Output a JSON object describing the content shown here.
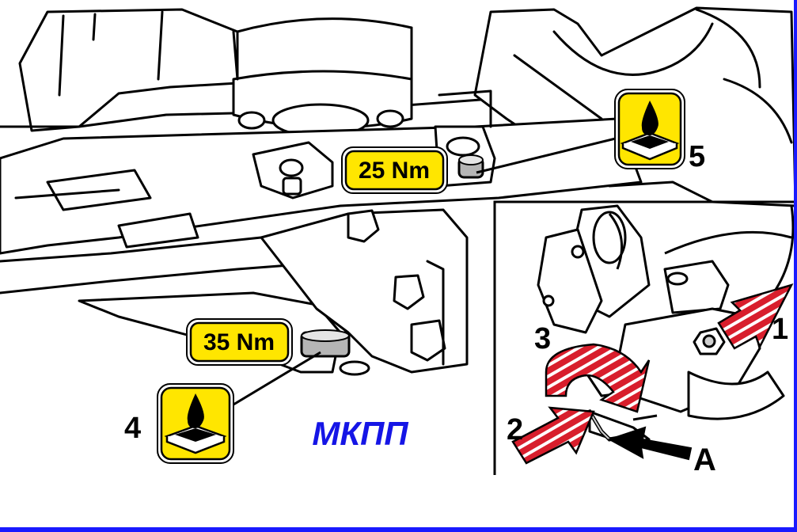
{
  "torque": {
    "upper": "25 Nm",
    "lower": "35 Nm"
  },
  "callouts": {
    "n1": "1",
    "n2": "2",
    "n3": "3",
    "n4": "4",
    "n5": "5",
    "a": "A"
  },
  "caption": "МКПП",
  "colors": {
    "label_fill": "#ffe600",
    "caption": "#1515e6",
    "arrow_red": "#d81e2c",
    "frame_blue": "#1a1aff"
  },
  "icons": [
    "oil-drop-icon",
    "oil-drop-icon",
    "red-striped-arrow-icon",
    "black-arrow-icon"
  ]
}
